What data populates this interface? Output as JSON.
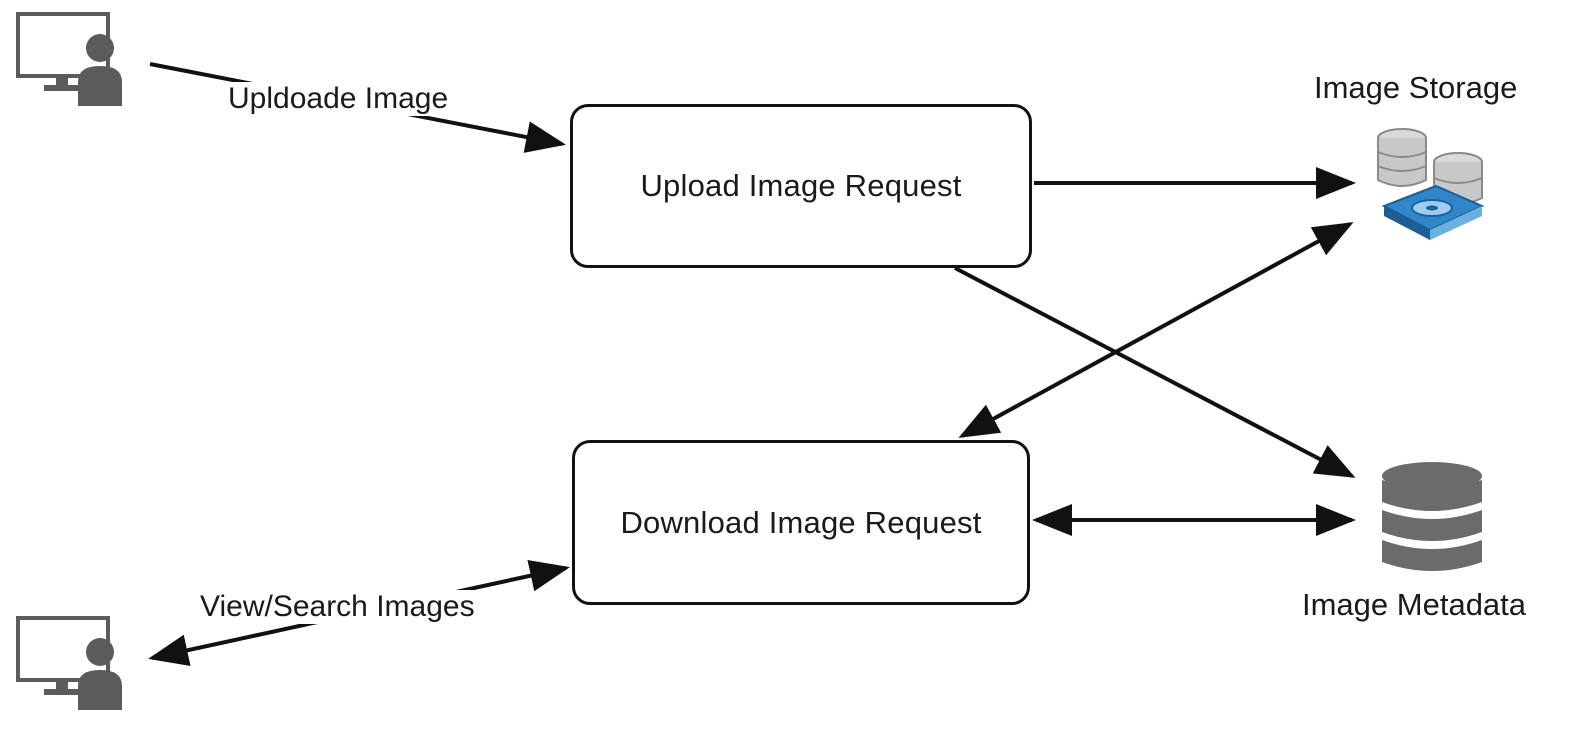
{
  "nodes": {
    "upload_request": "Upload Image Request",
    "download_request": "Download Image Request"
  },
  "edge_labels": {
    "upload": "Upldoade Image",
    "view_search": "View/Search Images"
  },
  "stores": {
    "image_storage": "Image Storage",
    "image_metadata": "Image Metadata"
  },
  "icons": {
    "client_top": "user-at-computer-icon",
    "client_bottom": "user-at-computer-icon",
    "storage": "hard-disk-database-icon",
    "metadata": "database-cylinder-icon"
  },
  "colors": {
    "line": "#111111",
    "icon_gray": "#5b5b5b",
    "storage_blue": "#2f86c9"
  }
}
